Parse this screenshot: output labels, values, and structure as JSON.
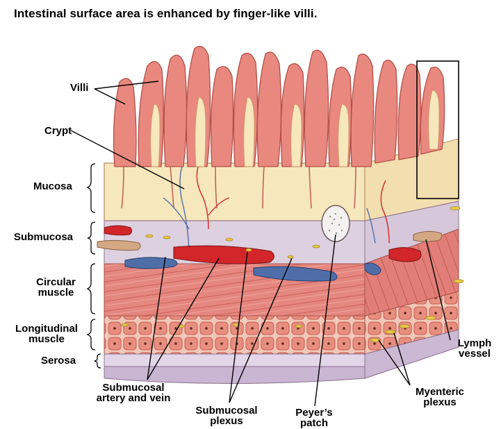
{
  "title": "Intestinal surface area is enhanced by finger-like villi.",
  "labels": {
    "villi": "Villi",
    "crypt": "Crypt",
    "mucosa": "Mucosa",
    "submucosa": "Submucosa",
    "circular_muscle": [
      "Circular",
      "muscle"
    ],
    "longitudinal_muscle": [
      "Longitudinal",
      "muscle"
    ],
    "serosa": "Serosa",
    "submucosal_artery_vein": [
      "Submucosal",
      "artery and vein"
    ],
    "submucosal_plexus": [
      "Submucosal",
      "plexus"
    ],
    "peyers_patch": [
      "Peyer’s",
      "patch"
    ],
    "myenteric_plexus": [
      "Myenteric",
      "plexus"
    ],
    "lymph_vessel": [
      "Lymph",
      "vessel"
    ]
  },
  "colors": {
    "villus": "#e8887f",
    "villus_dark": "#c25a52",
    "mucosa_bg": "#f6e7bd",
    "submucosa": "#ddd0e0",
    "muscle": "#e3817a",
    "artery": "#d2262a",
    "vein": "#4f6ea8",
    "nerve": "#e8c94a",
    "lymph": "#c9a07a"
  }
}
